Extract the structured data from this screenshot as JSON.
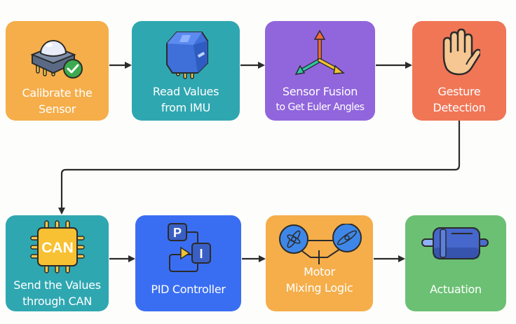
{
  "title": "IMU Gesture Control Pipeline",
  "colors": {
    "orange": "#F5AE4A",
    "teal": "#2FA7B1",
    "purple": "#9166DC",
    "coral": "#F07656",
    "blue": "#3A6EF2",
    "green": "#6BC073",
    "arrow": "#2B2B2B"
  },
  "steps": [
    {
      "id": "calibrate",
      "line1": "Calibrate the",
      "line2": "Sensor",
      "icon": "sensor-check-icon"
    },
    {
      "id": "read-imu",
      "line1": "Read Values",
      "line2": "from IMU",
      "icon": "imu-chip-icon"
    },
    {
      "id": "fusion",
      "line1": "Sensor Fusion",
      "line2": "to Get Euler Angles",
      "icon": "xyz-axes-icon"
    },
    {
      "id": "gesture",
      "line1": "Gesture",
      "line2": "Detection",
      "icon": "hand-icon"
    },
    {
      "id": "can",
      "line1": "Send the Values",
      "line2": "through CAN",
      "icon": "can-chip-icon",
      "icon_text": "CAN"
    },
    {
      "id": "pid",
      "line1": "PID Controller",
      "line2": "",
      "icon": "pid-block-icon",
      "icon_text_p": "P",
      "icon_text_i": "I"
    },
    {
      "id": "mixing",
      "line1": "Motor",
      "line2": "Mixing Logic",
      "icon": "propellers-icon"
    },
    {
      "id": "actuation",
      "line1": "Actuation",
      "line2": "",
      "icon": "motor-icon"
    }
  ],
  "flow": [
    [
      "calibrate",
      "read-imu"
    ],
    [
      "read-imu",
      "fusion"
    ],
    [
      "fusion",
      "gesture"
    ],
    [
      "gesture",
      "can"
    ],
    [
      "can",
      "pid"
    ],
    [
      "pid",
      "mixing"
    ],
    [
      "mixing",
      "actuation"
    ]
  ]
}
